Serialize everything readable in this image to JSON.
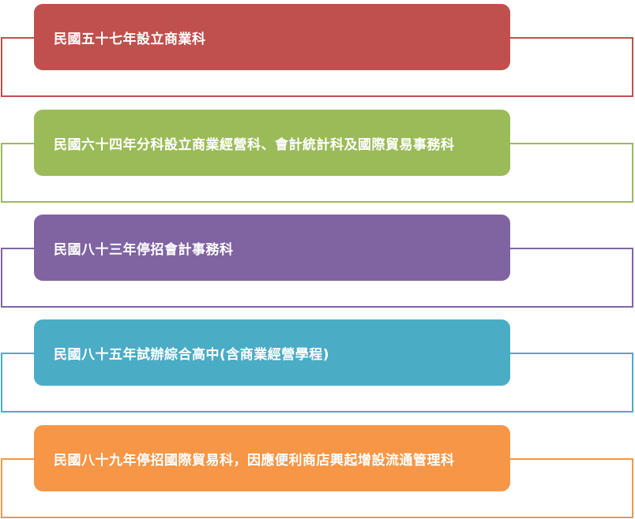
{
  "steps": [
    {
      "label": "民國五十七年設立商業科",
      "color": "#C0504D"
    },
    {
      "label": "民國六十四年分科設立商業經營科、會計統計科及國際貿易事務科",
      "color": "#9BBB59"
    },
    {
      "label": "民國八十三年停招會計事務科",
      "color": "#8064A2"
    },
    {
      "label": "民國八十五年試辦綜合高中(含商業經營學程)",
      "color": "#4BACC6"
    },
    {
      "label": "民國八十九年停招國際貿易科，因應便利商店興起增設流通管理科",
      "color": "#F79646"
    }
  ]
}
